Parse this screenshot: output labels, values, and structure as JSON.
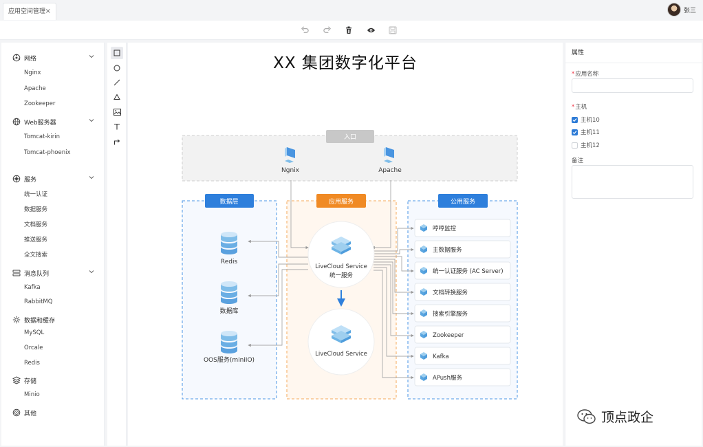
{
  "window": {
    "tab_label": "应用空间管理",
    "tab_close": "×",
    "user_name": "张三"
  },
  "toolbar": {
    "icons": [
      "undo-icon",
      "redo-icon",
      "delete-icon",
      "preview-icon",
      "save-icon"
    ]
  },
  "sidebar": {
    "groups": [
      {
        "label": "网络",
        "icon": "network-icon",
        "items": [
          "Nginx",
          "Apache",
          "Zookeeper"
        ]
      },
      {
        "label": "Web服务器",
        "icon": "web-server-icon",
        "items": [
          "Tomcat-kirin",
          "Tomcat-phoenix"
        ]
      },
      {
        "label": "服务",
        "icon": "service-icon",
        "items": [
          "统一认证",
          "数据服务",
          "文档服务",
          "推送服务",
          "全文搜索"
        ]
      },
      {
        "label": "消息队列",
        "icon": "queue-icon",
        "items": [
          "Kafka",
          "RabbitMQ"
        ]
      },
      {
        "label": "数据和缓存",
        "icon": "data-cache-icon",
        "items": [
          "MySQL",
          "Orcale",
          "Redis"
        ]
      },
      {
        "label": "存储",
        "icon": "storage-icon",
        "items": [
          "Minio"
        ]
      },
      {
        "label": "其他",
        "icon": "other-icon",
        "items": []
      }
    ]
  },
  "shapes": [
    "rectangle-tool-icon",
    "circle-tool-icon",
    "line-tool-icon",
    "triangle-tool-icon",
    "image-tool-icon",
    "text-tool-icon",
    "connector-tool-icon"
  ],
  "canvas": {
    "title": "XX 集团数字化平台",
    "entry": {
      "label": "入口",
      "nodes": [
        "Ngnix",
        "Apache"
      ]
    },
    "data_layer": {
      "label": "数据层",
      "nodes": [
        "Redis",
        "数据库",
        "OOS服务(miniIO)"
      ]
    },
    "app_service": {
      "label": "应用服务",
      "node1_line1": "LiveCloud Service",
      "node1_line2": "统一服务",
      "node2": "LiveCloud Service"
    },
    "public_service": {
      "label": "公用服务",
      "items": [
        "哼哼监控",
        "主数据服务",
        "统一认证服务 (AC Server)",
        "文档转换服务",
        "搜索引擎服务",
        "Zookeeper",
        "Kafka",
        "APush服务"
      ]
    }
  },
  "properties": {
    "title": "属性",
    "app_name_label": "应用名称",
    "app_name_value": "",
    "host_label": "主机",
    "hosts": [
      {
        "label": "主机10",
        "checked": true
      },
      {
        "label": "主机11",
        "checked": true
      },
      {
        "label": "主机12",
        "checked": false
      }
    ],
    "notes_label": "备注",
    "notes_value": ""
  },
  "watermark": {
    "text": "顶点政企"
  },
  "colors": {
    "blue": "#2e7fdc",
    "orange": "#f08a24",
    "dashed_blue": "#4a95e6",
    "dashed_orange": "#f5a85a"
  }
}
